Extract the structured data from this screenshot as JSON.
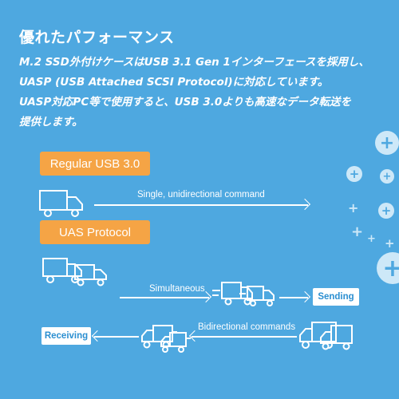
{
  "heading": "優れたパフォーマンス",
  "paragraph": [
    "M.2 SSD外付けケースはUSB 3.1 Gen 1インターフェースを採用し、",
    "UASP (USB Attached SCSI Protocol)に対応しています。",
    "UASP対応PC等で使用すると、USB 3.0よりも高速なデータ転送を",
    "提供します。"
  ],
  "regular": {
    "tag": "Regular USB 3.0",
    "arrow_label": "Single, unidirectional command"
  },
  "uas": {
    "tag": "UAS Protocol",
    "simultaneous_label": "Simultaneous",
    "sending_label": "Sending",
    "bidirectional_label": "Bidirectional commands",
    "receiving_label": "Receiving"
  },
  "colors": {
    "background": "#4ea8e0",
    "accent": "#f5a445",
    "foreground": "#ffffff",
    "decor": "#cde8f8"
  },
  "icons": [
    "truck-icon",
    "plus-icon"
  ]
}
